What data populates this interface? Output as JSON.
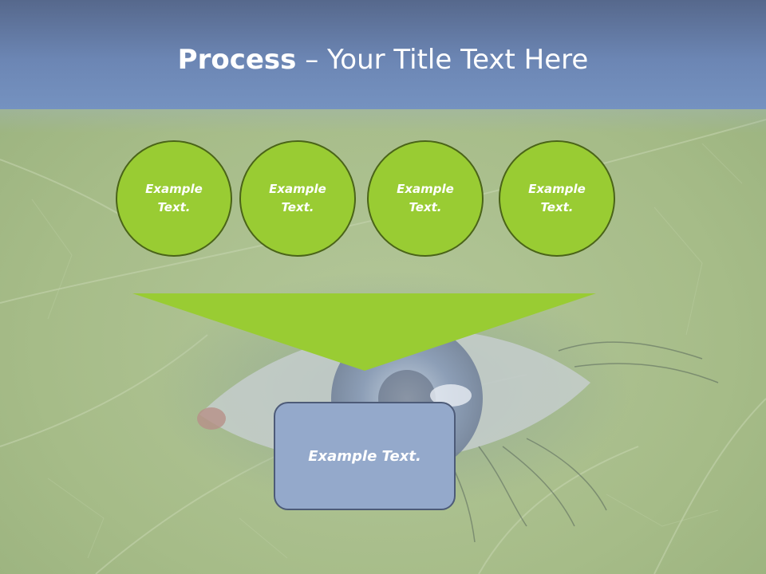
{
  "title": {
    "bold_part": "Process",
    "separator": " – ",
    "regular_part": "Your Title Text Here"
  },
  "steps": [
    {
      "label": "Example Text."
    },
    {
      "label": "Example Text."
    },
    {
      "label": "Example Text."
    },
    {
      "label": "Example Text."
    }
  ],
  "result": {
    "label": "Example Text."
  },
  "colors": {
    "header": "#6c86b4",
    "circle_fill": "#99cc33",
    "circle_border": "#4a6418",
    "funnel": "#99cc33",
    "result_fill": "#94a9cb",
    "result_border": "#4d5b78"
  }
}
